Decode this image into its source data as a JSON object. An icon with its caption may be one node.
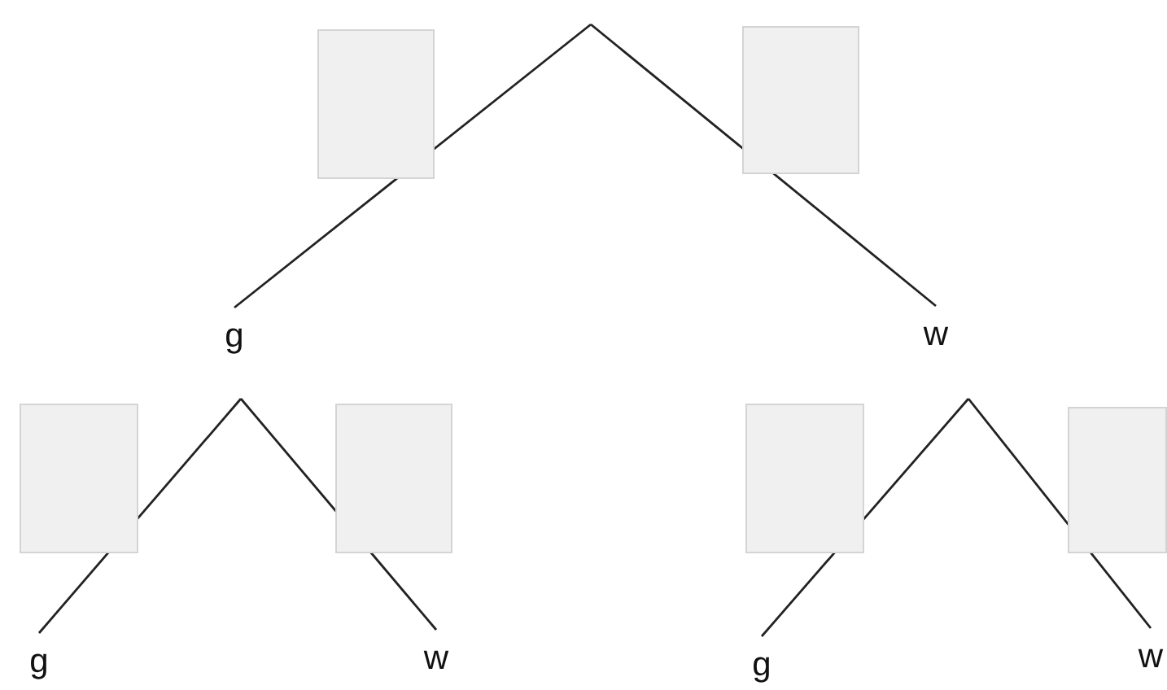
{
  "diagram": {
    "nodes": [
      {
        "text": [],
        "shape": "box"
      },
      {
        "text": [],
        "shape": "box"
      },
      {
        "text": [
          "g"
        ]
      },
      {
        "text": [
          "w"
        ]
      },
      {
        "text": [],
        "shape": "box"
      },
      {
        "text": [],
        "shape": "box"
      },
      {
        "text": [],
        "shape": "box"
      },
      {
        "text": [],
        "shape": "box"
      },
      {
        "text": [
          "g"
        ]
      },
      {
        "text": [
          "w"
        ]
      },
      {
        "text": [
          "g"
        ]
      },
      {
        "text": [
          "w"
        ]
      }
    ],
    "edges": [
      {
        "from": null,
        "to": 2,
        "arrow": "none"
      },
      {
        "from": null,
        "to": 3,
        "arrow": "none"
      },
      {
        "from": null,
        "to": 8,
        "arrow": "none"
      },
      {
        "from": null,
        "to": 9,
        "arrow": "none"
      },
      {
        "from": null,
        "to": 10,
        "arrow": "none"
      },
      {
        "from": null,
        "to": 11,
        "arrow": "none"
      }
    ]
  }
}
